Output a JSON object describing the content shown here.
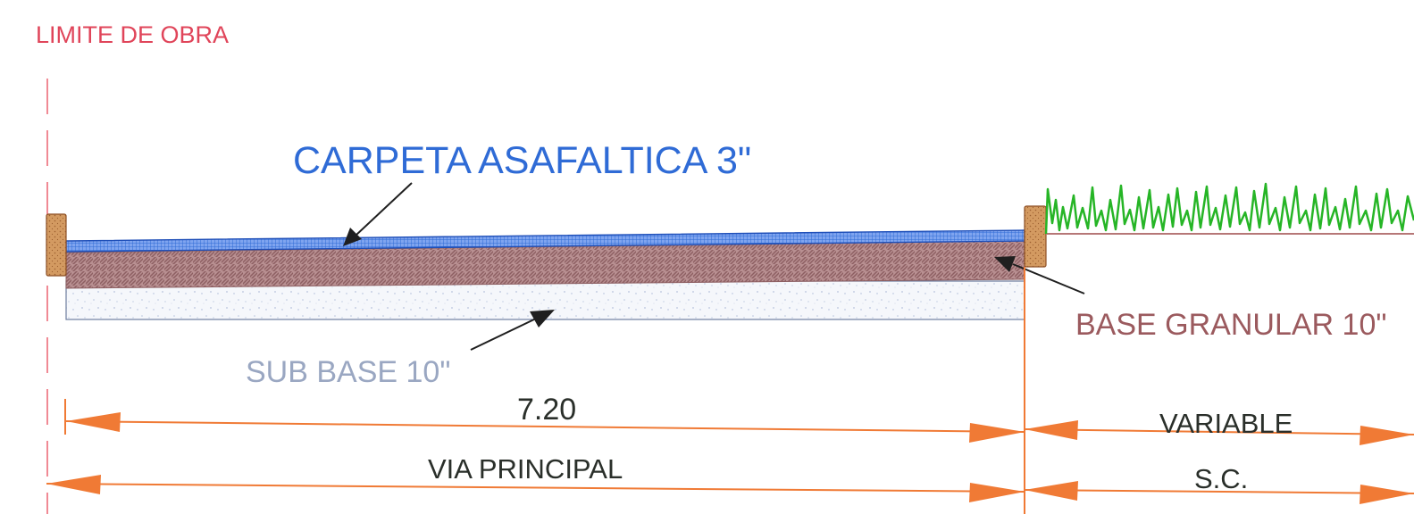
{
  "labels": {
    "limite_obra": "LIMITE DE OBRA",
    "carpeta": "CARPETA ASAFALTICA 3\"",
    "base_granular": "BASE GRANULAR 10\"",
    "sub_base": "SUB BASE 10\"",
    "dim_720": "7.20",
    "variable": "VARIABLE",
    "via_principal": "VIA  PRINCIPAL",
    "sc": "S.C."
  },
  "colors": {
    "limite": "#e0455a",
    "carpeta": "#2f6bd6",
    "base": "#9b5a5e",
    "sub_base": "#9aa7c2",
    "dimension": "#f07a35",
    "text_dark": "#2a2f2a",
    "grass": "#26b526",
    "curb": "#c57a3a"
  }
}
